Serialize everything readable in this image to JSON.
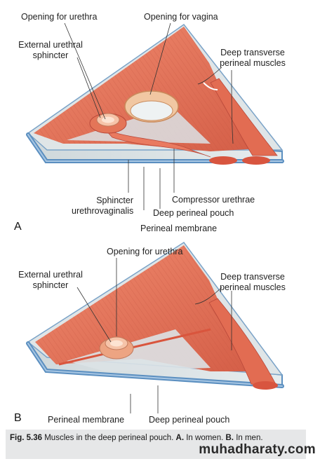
{
  "panelA": {
    "letter": "A",
    "labels": {
      "opening_urethra": "Opening for urethra",
      "opening_vagina": "Opening for vagina",
      "ext_sphincter_l1": "External urethral",
      "ext_sphincter_l2": "sphincter",
      "deep_transverse_l1": "Deep transverse",
      "deep_transverse_l2": "perineal muscles",
      "sphincter_uv_l1": "Sphincter",
      "sphincter_uv_l2": "urethrovaginalis",
      "compressor": "Compressor urethrae",
      "deep_pouch": "Deep perineal pouch",
      "perineal_membrane": "Perineal membrane"
    }
  },
  "panelB": {
    "letter": "B",
    "labels": {
      "opening_urethra": "Opening for urethra",
      "ext_sphincter_l1": "External urethral",
      "ext_sphincter_l2": "sphincter",
      "deep_transverse_l1": "Deep transverse",
      "deep_transverse_l2": "perineal muscles",
      "perineal_membrane": "Perineal membrane",
      "deep_pouch": "Deep perineal pouch"
    }
  },
  "caption": {
    "fig_label": "Fig. 5.36",
    "text": " Muscles in the deep perineal pouch. ",
    "a_label": "A.",
    "a_text": " In women. ",
    "b_label": "B.",
    "b_text": " In men."
  },
  "watermark": "muhadharaty.com",
  "colors": {
    "muscle": "#e8735a",
    "muscle_dark": "#c9523f",
    "membrane": "#d9e0e2",
    "membrane_edge": "#5b8fc0",
    "ring": "#f3c9a8",
    "leader": "#333333"
  }
}
